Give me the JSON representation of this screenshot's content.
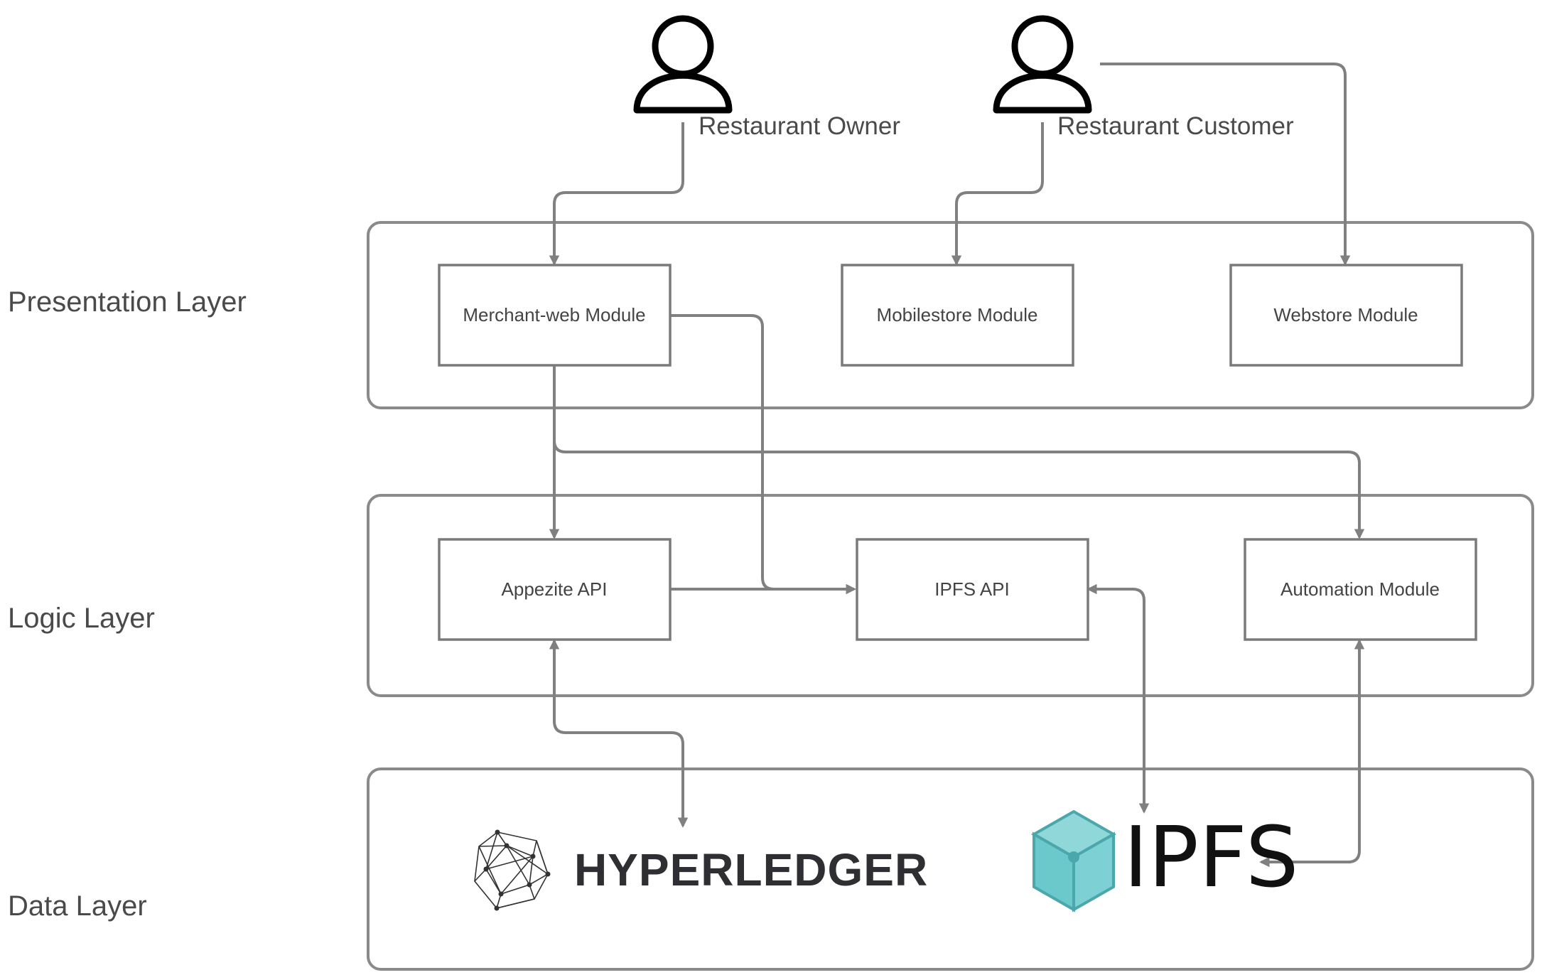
{
  "layers": {
    "presentation": "Presentation Layer",
    "logic": "Logic Layer",
    "data": "Data Layer"
  },
  "actors": {
    "owner": "Restaurant Owner",
    "customer": "Restaurant Customer"
  },
  "modules": {
    "merchant_web": "Merchant-web Module",
    "mobilestore": "Mobilestore Module",
    "webstore": "Webstore Module",
    "appezite_api": "Appezite API",
    "ipfs_api": "IPFS API",
    "automation": "Automation Module"
  },
  "logos": {
    "hyperledger": "HYPERLEDGER",
    "ipfs": "IPFS"
  },
  "colors": {
    "line": "#808080",
    "ipfs_cube": "#6bc9cc",
    "ipfs_cube_edge": "#4aa7ab"
  },
  "icons": {
    "actor": "person-icon",
    "hyperledger": "hyperledger-logo-icon",
    "ipfs": "ipfs-cube-icon"
  }
}
